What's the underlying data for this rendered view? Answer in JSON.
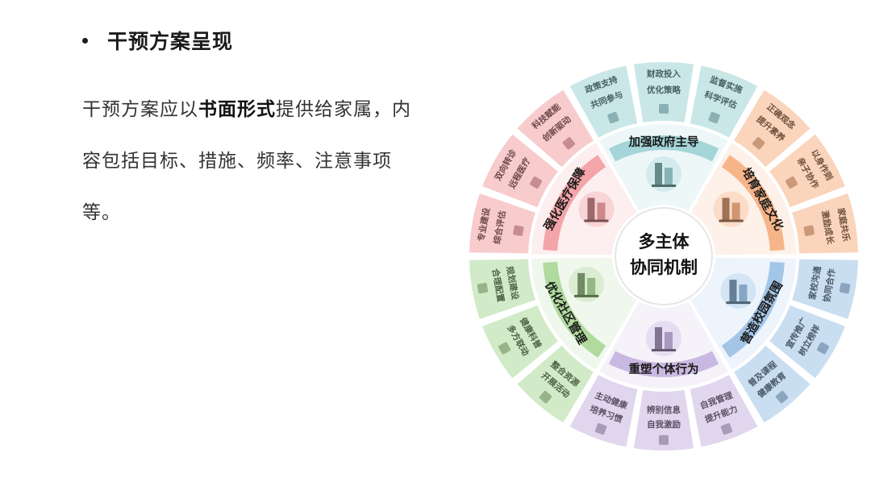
{
  "slide": {
    "title": "干预方案呈现",
    "body_pre": "干预方案应以",
    "body_bold": "书面形式",
    "body_post": "提供给家属，内容包括目标、措施、频率、注意事项等。"
  },
  "diagram": {
    "center_line1": "多主体",
    "center_line2": "协同机制",
    "colors": {
      "gov": "#9fd3d6",
      "family": "#f5b184",
      "school": "#9ec3e6",
      "individual": "#c6b4df",
      "community": "#acd89a",
      "medical": "#f2a0a4"
    },
    "sectors": [
      {
        "key": "gov",
        "label": "加强政府主导",
        "icon": "buildings-icon",
        "outer": [
          {
            "line1": "政策支持",
            "line2": "共同参与",
            "icon": "book-icon"
          },
          {
            "line1": "财政投入",
            "line2": "优化策略",
            "icon": "money-icon"
          },
          {
            "line1": "监督实施",
            "line2": "科学评估",
            "icon": "report-icon"
          }
        ]
      },
      {
        "key": "family",
        "label": "培育家庭文化",
        "icon": "house-icon",
        "outer": [
          {
            "line1": "正确观念",
            "line2": "提升素养",
            "icon": "brain-icon"
          },
          {
            "line1": "以身作则",
            "line2": "亲子协作",
            "icon": "handshake-icon"
          },
          {
            "line1": "家庭共乐",
            "line2": "激励成长",
            "icon": "family-icon"
          }
        ]
      },
      {
        "key": "school",
        "label": "营造校园氛围",
        "icon": "classroom-icon",
        "outer": [
          {
            "line1": "家校沟通",
            "line2": "协同合作",
            "icon": "people-icon"
          },
          {
            "line1": "宣传推广",
            "line2": "树立榜样",
            "icon": "graduation-cap-icon"
          },
          {
            "line1": "普及课程",
            "line2": "健康教育",
            "icon": "teacher-icon"
          }
        ]
      },
      {
        "key": "individual",
        "label": "重塑个体行为",
        "icon": "person-icon",
        "outer": [
          {
            "line1": "自我管理",
            "line2": "提升能力",
            "icon": "trend-up-icon"
          },
          {
            "line1": "辨别信息",
            "line2": "自我激励",
            "icon": "standing-person-icon"
          },
          {
            "line1": "主动健康",
            "line2": "培养习惯",
            "icon": "running-icon"
          }
        ]
      },
      {
        "key": "community",
        "label": "优化社区管理",
        "icon": "cycling-icon",
        "outer": [
          {
            "line1": "整合资源",
            "line2": "开展活动",
            "icon": "walking-icon"
          },
          {
            "line1": "健康科普",
            "line2": "多方联动",
            "icon": "group-icon"
          },
          {
            "line1": "规划建设",
            "line2": "合理配置",
            "icon": "playground-icon"
          }
        ]
      },
      {
        "key": "medical",
        "label": "强化医疗保障",
        "icon": "hospital-icon",
        "outer": [
          {
            "line1": "专业建设",
            "line2": "综合评估",
            "icon": "clipboard-icon"
          },
          {
            "line1": "双向转诊",
            "line2": "远程医疗",
            "icon": "doctor-icon"
          },
          {
            "line1": "科技赋能",
            "line2": "创新驱动",
            "icon": "tech-icon"
          }
        ]
      }
    ]
  }
}
